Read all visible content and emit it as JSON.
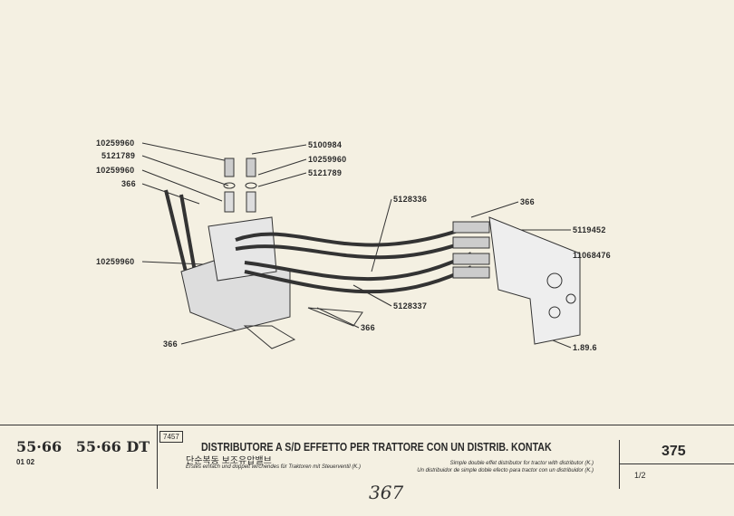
{
  "diagram": {
    "part_labels": [
      "10259960",
      "5121789",
      "10259960",
      "366",
      "5100984",
      "10259960",
      "5121789",
      "5128336",
      "366",
      "5119452",
      "11068476",
      "10259960",
      "5128337",
      "366",
      "366",
      "1.89.6"
    ]
  },
  "footer": {
    "models": [
      "55·66",
      "55·66 DT"
    ],
    "years": "01 02",
    "group_code": "7457",
    "title": "DISTRIBUTORE A S/D EFFETTO PER TRATTORE CON UN DISTRIB. KONTAK",
    "title_korean": "단순복동 보조유압밸브",
    "title_german": "Erstes einfach und doppelt wirchendes für Traktoren mit Steuerventil (K.)",
    "title_english": "Simple double effet distributor for tractor with distributor (K.)",
    "title_spanish": "Un distribuidor de simple doble efecto para tractor con un distribuidor (K.)",
    "page_number": "375",
    "sheet": "1/2",
    "handwritten_note": "367"
  }
}
